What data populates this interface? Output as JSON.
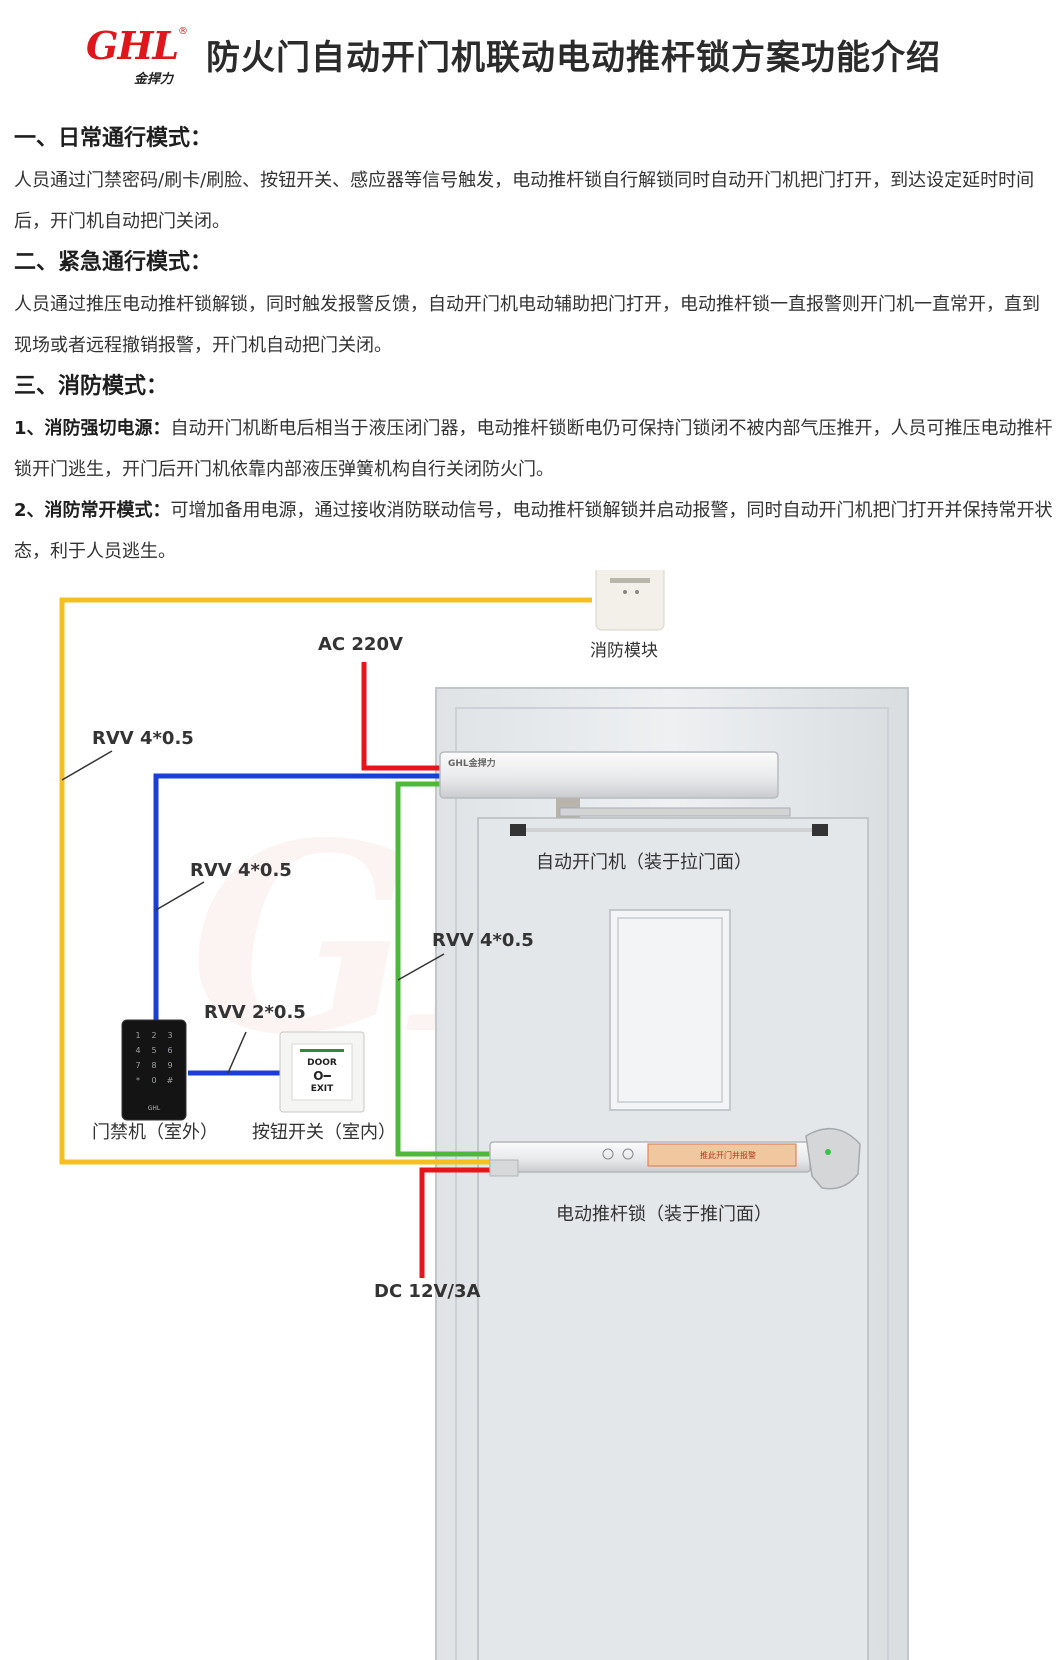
{
  "header": {
    "logo_text": "GHL",
    "logo_sub": "金捍力",
    "title": "防火门自动开门机联动电动推杆锁方案功能介绍"
  },
  "sections": [
    {
      "heading": "一、日常通行模式：",
      "paragraphs": [
        {
          "lead": "",
          "text": "人员通过门禁密码/刷卡/刷脸、按钮开关、感应器等信号触发，电动推杆锁自行解锁同时自动开门机把门打开，到达设定延时时间后，开门机自动把门关闭。"
        }
      ]
    },
    {
      "heading": "二、紧急通行模式：",
      "paragraphs": [
        {
          "lead": "",
          "text": "人员通过推压电动推杆锁解锁，同时触发报警反馈，自动开门机电动辅助把门打开，电动推杆锁一直报警则开门机一直常开，直到现场或者远程撤销报警，开门机自动把门关闭。"
        }
      ]
    },
    {
      "heading": "三、消防模式：",
      "paragraphs": [
        {
          "lead": "1、消防强切电源：",
          "text": "自动开门机断电后相当于液压闭门器，电动推杆锁断电仍可保持门锁闭不被内部气压推开，人员可推压电动推杆锁开门逃生，开门后开门机依靠内部液压弹簧机构自行关闭防火门。"
        },
        {
          "lead": "2、消防常开模式：",
          "text": "可增加备用电源，通过接收消防联动信号，电动推杆锁解锁并启动报警，同时自动开门机把门打开并保持常开状态，利于人员逃生。"
        }
      ]
    }
  ],
  "diagram": {
    "fire_module": "消防模块",
    "ac_power": "AC 220V",
    "cable_yellow": "RVV 4*0.5",
    "cable_blue": "RVV 4*0.5",
    "cable_green": "RVV 4*0.5",
    "cable_button": "RVV 2*0.5",
    "door_operator": "自动开门机（装于拉门面）",
    "access_control": "门禁机（室外）",
    "exit_button": "按钮开关（室内）",
    "exit_button_face": {
      "line1": "DOOR",
      "line2": "EXIT"
    },
    "push_bar_lock": "电动推杆锁（装于推门面）",
    "push_bar_sticker": "推此开门并报警",
    "dc_power": "DC 12V/3A",
    "operator_brand": "GHL金捍力",
    "keypad_keys": [
      "1",
      "2",
      "3",
      "4",
      "5",
      "6",
      "7",
      "8",
      "9",
      "*",
      "0",
      "#"
    ],
    "colors": {
      "yellow_wire": "#f5c01f",
      "red_wire": "#e8141b",
      "blue_wire": "#1a3fd6",
      "green_wire": "#4cb93a"
    }
  }
}
